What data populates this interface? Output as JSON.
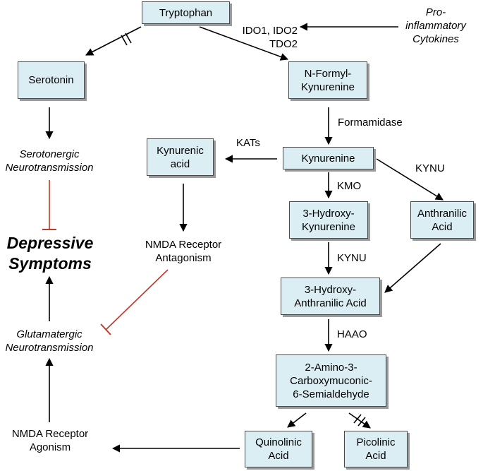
{
  "nodes": {
    "tryptophan": "Tryptophan",
    "serotonin": "Serotonin",
    "n_formyl_kynurenine": "N-Formyl-\nKynurenine",
    "kynurenine": "Kynurenine",
    "kynurenic_acid": "Kynurenic\nacid",
    "hydroxy_kynurenine": "3-Hydroxy-\nKynurenine",
    "anthranilic_acid": "Anthranilic\nAcid",
    "hydroxy_anthranilic_acid": "3-Hydroxy-\nAnthranilic Acid",
    "acms": "2-Amino-3-\nCarboxymuconic-\n6-Semialdehyde",
    "quinolinic_acid": "Quinolinic\nAcid",
    "picolinic_acid": "Picolinic\nAcid"
  },
  "labels": {
    "pro_inflammatory": "Pro-\ninflammatory\nCytokines",
    "ido_tdo": "IDO1, IDO2\nTDO2",
    "formamidase": "Formamidase",
    "kats": "KATs",
    "kynu_top": "KYNU",
    "kmo": "KMO",
    "kynu_mid": "KYNU",
    "haao": "HAAO",
    "serotonergic": "Serotonergic\nNeurotransmission",
    "depressive": "Depressive\nSymptoms",
    "nmda_antagonism": "NMDA Receptor\nAntagonism",
    "glutamatergic": "Glutamatergic\nNeurotransmission",
    "nmda_agonism": "NMDA Receptor\nAgonism"
  },
  "colors": {
    "box_fill": "#dbeef4",
    "inhibit": "#c0392b",
    "arrow": "#000000"
  }
}
